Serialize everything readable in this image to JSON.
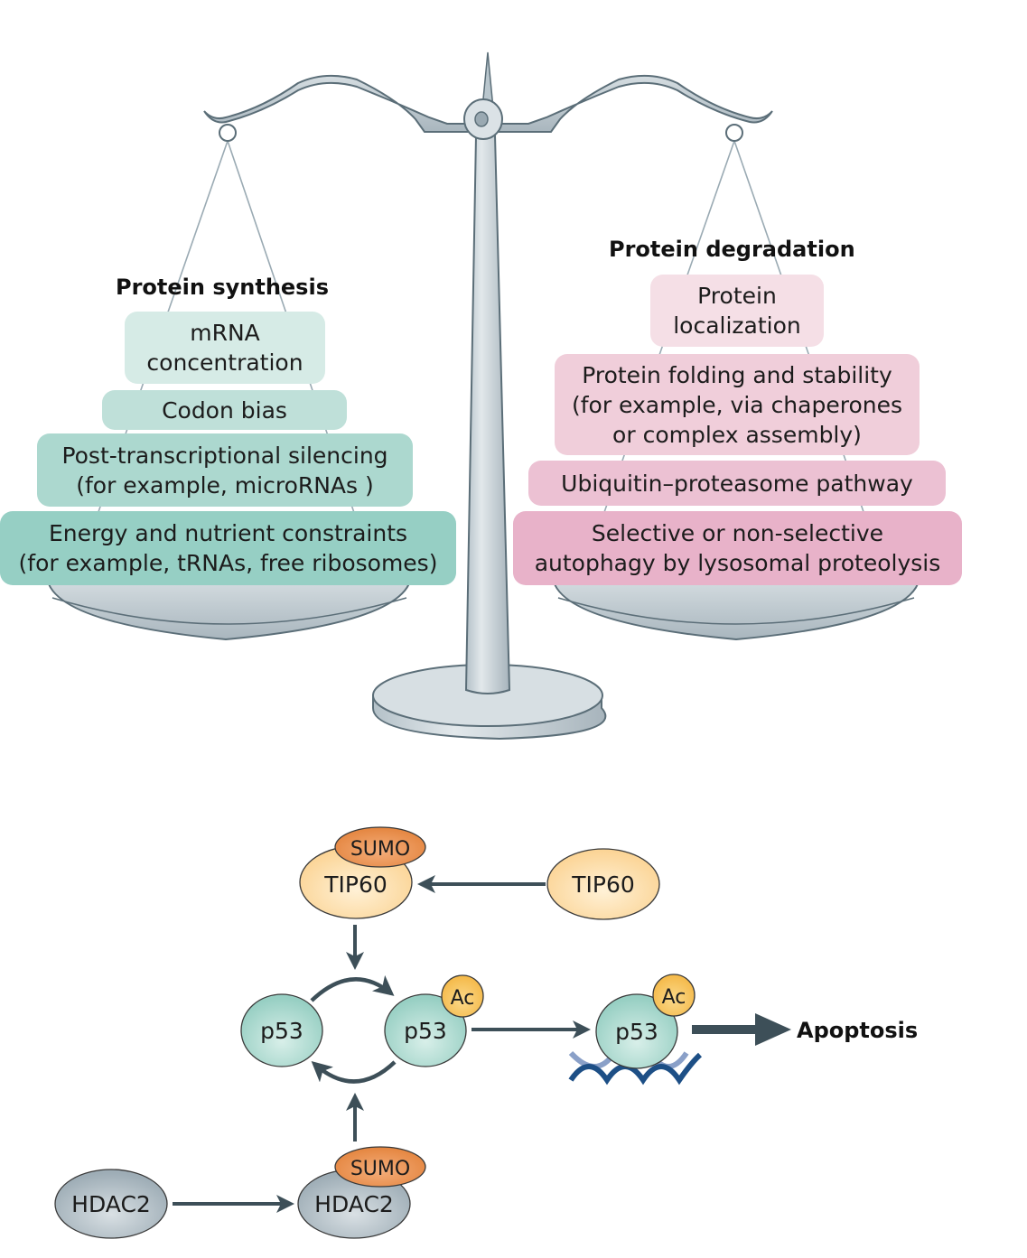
{
  "balance": {
    "left_heading": "Protein synthesis",
    "right_heading": "Protein degradation",
    "left_items": [
      {
        "label": "mRNA\nconcentration",
        "color": "#d6ebe6"
      },
      {
        "label": "Codon bias",
        "color": "#bfe0d9"
      },
      {
        "label": "Post-transcriptional silencing\n(for example, microRNAs )",
        "color": "#acd8cf"
      },
      {
        "label": "Energy and nutrient constraints\n(for example, tRNAs, free ribosomes)",
        "color": "#96cfc4"
      }
    ],
    "right_items": [
      {
        "label": "Protein\nlocalization",
        "color": "#f5dfe6"
      },
      {
        "label": "Protein folding and stability\n(for example, via chaperones\nor complex assembly)",
        "color": "#f0ceda"
      },
      {
        "label": "Ubiquitin–proteasome pathway",
        "color": "#ecc1d3"
      },
      {
        "label": "Selective or non-selective\nautophagy by lysosomal proteolysis",
        "color": "#e8b2c9"
      }
    ],
    "colors": {
      "metal_light": "#dbe2e6",
      "metal_dark": "#a9b6be",
      "outline": "#5b6e78"
    }
  },
  "pathway": {
    "nodes": {
      "tip60_sumo": {
        "label": "TIP60",
        "modifier": "SUMO"
      },
      "tip60": {
        "label": "TIP60"
      },
      "p53_unmod": {
        "label": "p53"
      },
      "p53_ac": {
        "label": "p53",
        "modifier": "Ac"
      },
      "p53_dna": {
        "label": "p53",
        "modifier": "Ac"
      },
      "hdac2": {
        "label": "HDAC2"
      },
      "hdac2_sumo": {
        "label": "HDAC2",
        "modifier": "SUMO"
      }
    },
    "outcome": "Apoptosis",
    "colors": {
      "tip60": "#fcd9a0",
      "sumo": "#e98f50",
      "p53": "#a9d9cf",
      "ac": "#f7c35b",
      "hdac2": "#aebbc3",
      "arrow": "#3d4f58",
      "dna_dark": "#1d4f86",
      "dna_light": "#8aa0c8"
    }
  }
}
